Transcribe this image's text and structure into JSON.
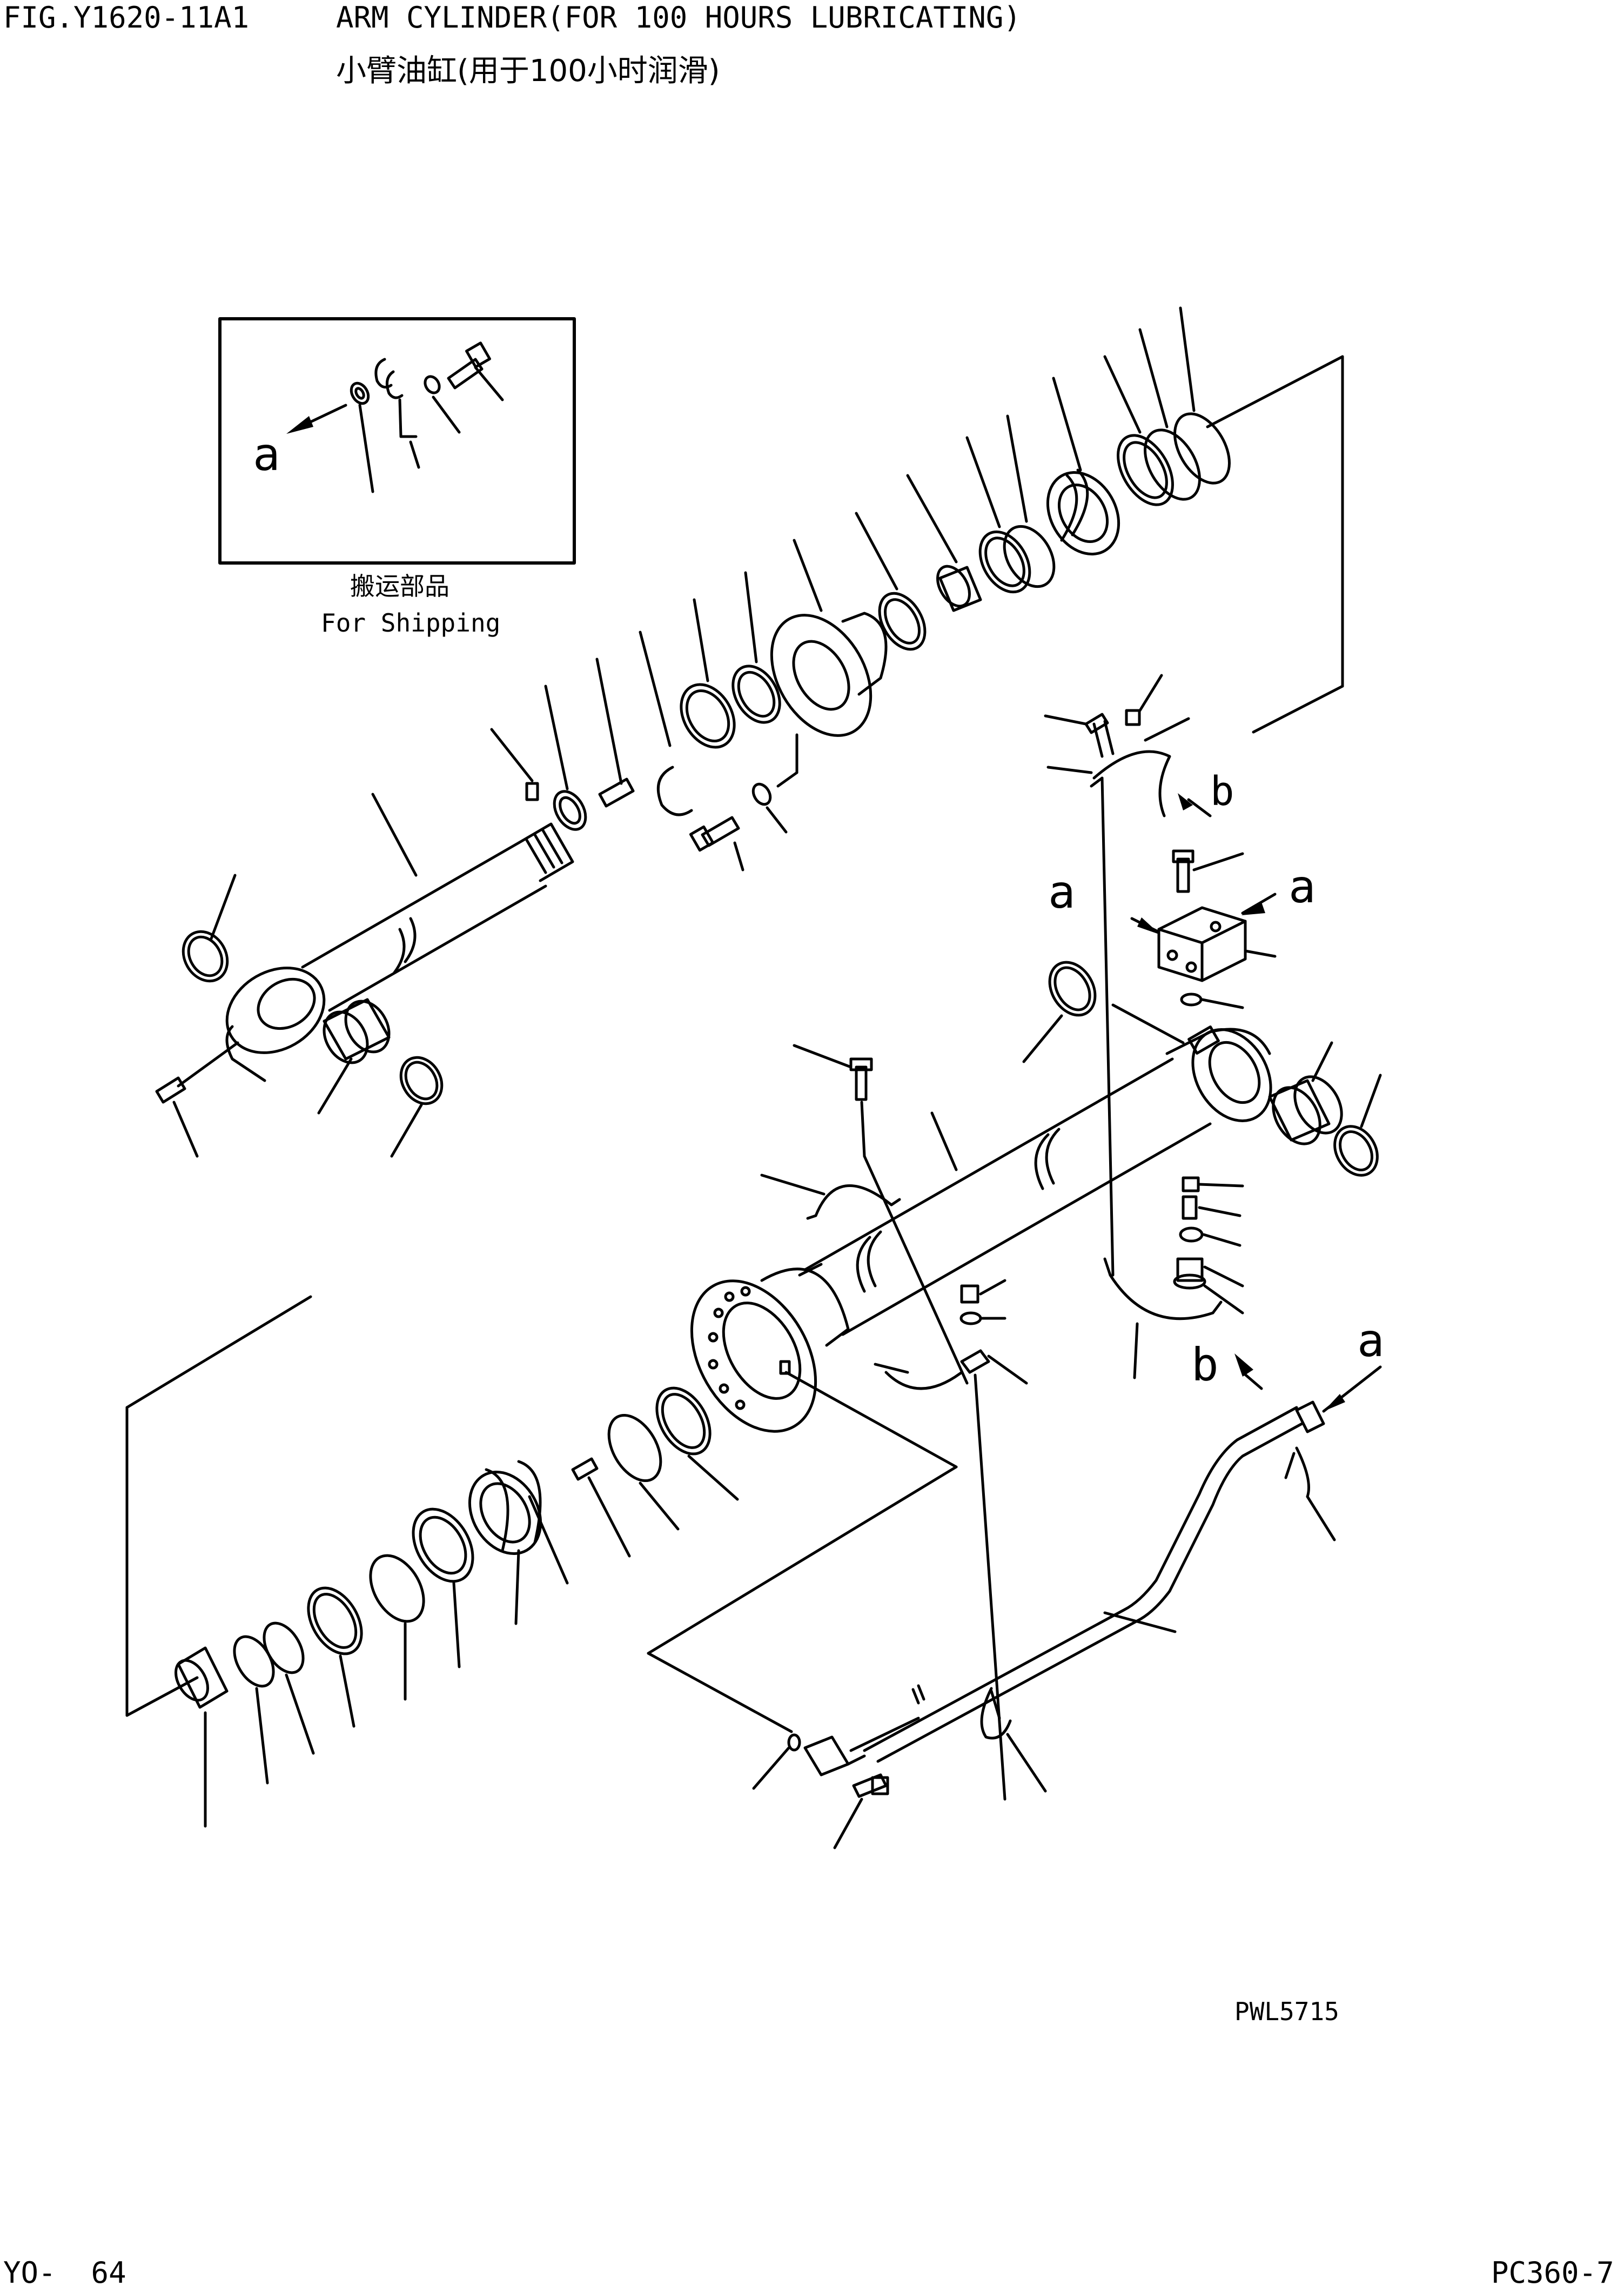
{
  "header": {
    "fig_no": "FIG.Y1620-11A1",
    "title_en": "ARM CYLINDER(FOR 100 HOURS LUBRICATING)",
    "title_cn": "小臂油缸(用于100小时润滑)"
  },
  "inset": {
    "label_cn": "搬运部品",
    "label_en": "For Shipping",
    "arrow_letter": "a"
  },
  "callouts": {
    "b_top": "b",
    "a_block_left": "a",
    "a_block_right": "a",
    "b_lower": "b",
    "a_tube": "a"
  },
  "drawing_code": "PWL5715",
  "footer": {
    "page_left": "YO-  64",
    "model": "PC360-7"
  }
}
